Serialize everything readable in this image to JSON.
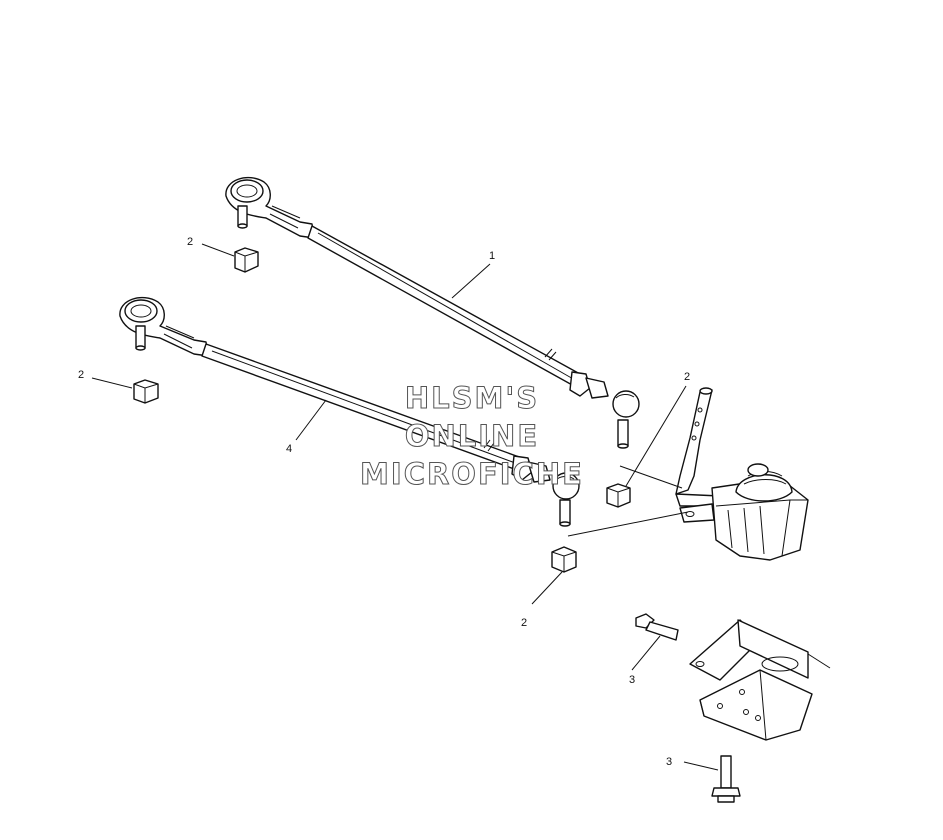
{
  "watermark": {
    "line1": "HLSM'S",
    "line2": "ONLINE",
    "line3": "MICROFICHE"
  },
  "callouts": {
    "c1": "1",
    "c2a": "2",
    "c2b": "2",
    "c2c": "2",
    "c2d": "2",
    "c3a": "3",
    "c3b": "3",
    "c4": "4"
  },
  "parts": [
    "tie-rod",
    "hex-nut",
    "hex-nut",
    "hex-nut",
    "hex-nut",
    "flange-bolt",
    "flange-bolt",
    "tie-rod",
    "steering-gearbox",
    "mounting-bracket"
  ]
}
